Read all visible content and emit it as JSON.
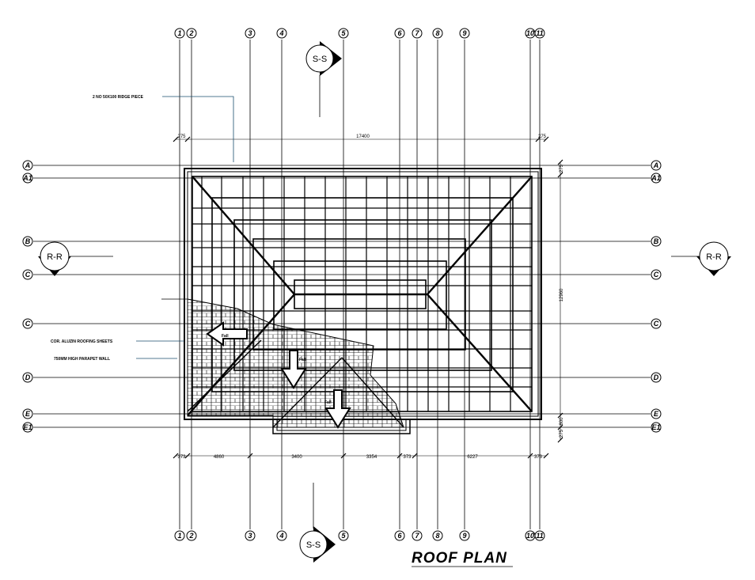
{
  "title": "ROOF PLAN",
  "grid": {
    "columns": [
      "1",
      "2",
      "3",
      "4",
      "5",
      "6",
      "7",
      "8",
      "9",
      "10",
      "11"
    ],
    "rows": [
      "A",
      "A1",
      "B",
      "C",
      "C",
      "D",
      "E",
      "E1"
    ]
  },
  "section_marks": {
    "ss": "S-S",
    "rr": "R-R"
  },
  "dimensions": {
    "top": [
      "275",
      "17400",
      "275"
    ],
    "bottom": [
      "373",
      "4860",
      "3400",
      "3354",
      "373",
      "6227",
      "373"
    ],
    "right": [
      "275",
      "12960",
      "800",
      "275"
    ]
  },
  "notes": {
    "ridge": "2 NO 50X100 RIDGE PIECE",
    "sheets": "COR. ALUZIN ROOFING SHEETS",
    "parapet": "750MM HIGH PARAPET WALL"
  },
  "fall_label": "Fall",
  "colors": {
    "ink": "#000000",
    "leader": "#1a4d6e"
  }
}
